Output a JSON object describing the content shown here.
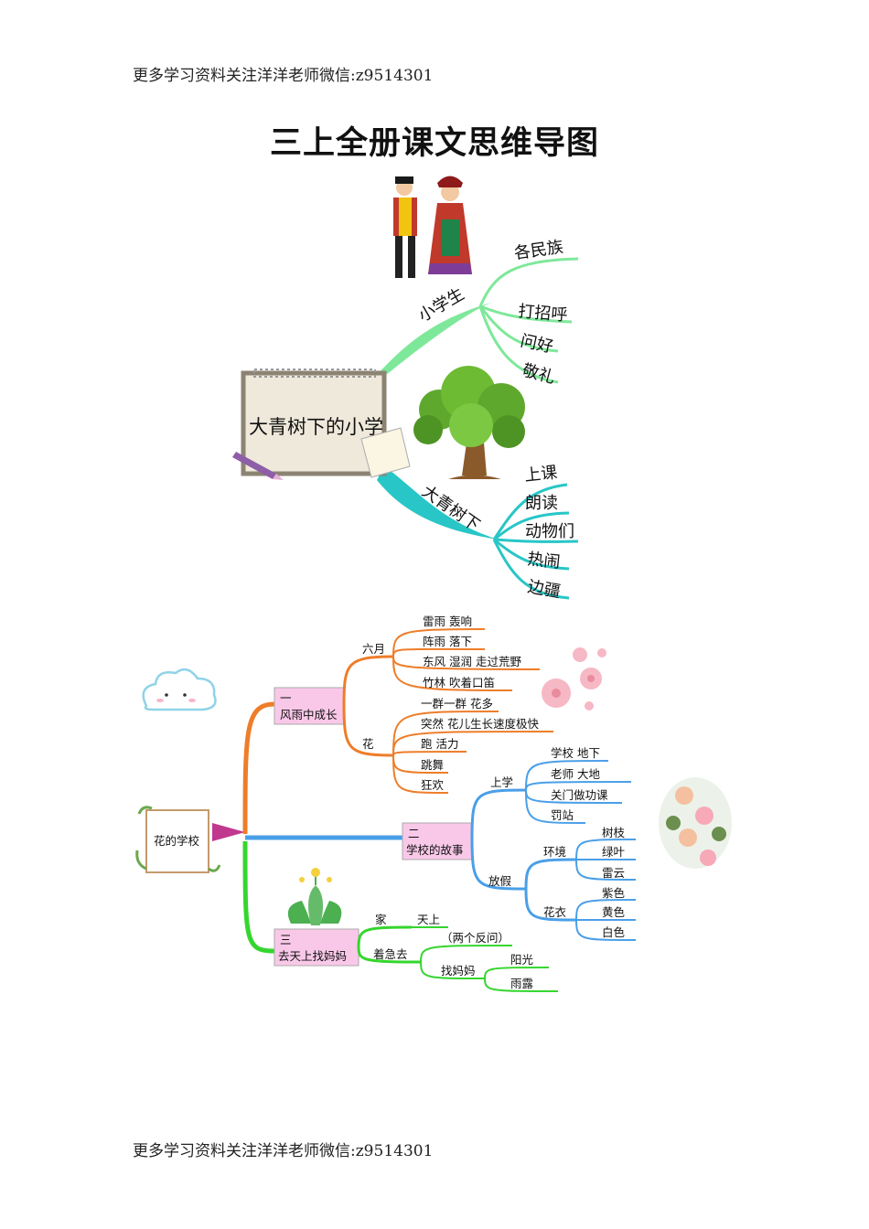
{
  "header_top": "更多学习资料关注洋洋老师微信:z9514301",
  "header_bottom": "更多学习资料关注洋洋老师微信:z9514301",
  "title": "三上全册课文思维导图",
  "map1": {
    "root": "大青树下的小学",
    "branch_a": {
      "label": "小学生",
      "leaves": [
        "各民族",
        "打招呼",
        "问好",
        "敬礼"
      ]
    },
    "branch_b": {
      "label": "大青树下",
      "leaves": [
        "上课",
        "朗读",
        "动物们",
        "热闹",
        "边疆"
      ]
    }
  },
  "map2": {
    "root": "花的学校",
    "b1": {
      "num": "一",
      "label": "风雨中成长",
      "sub1": {
        "label": "六月",
        "leaves": [
          "雷雨  轰响",
          "阵雨  落下",
          "东风  湿润  走过荒野",
          "竹林  吹着口笛"
        ]
      },
      "sub2": {
        "label": "花",
        "leaves": [
          "一群一群  花多",
          "突然  花儿生长速度极快",
          "跑  活力",
          "跳舞",
          "狂欢"
        ]
      }
    },
    "b2": {
      "num": "二",
      "label": "学校的故事",
      "sub1": {
        "label": "上学",
        "leaves": [
          "学校  地下",
          "老师  大地",
          "关门做功课",
          "罚站"
        ]
      },
      "sub2": {
        "label": "放假",
        "env": {
          "label": "环境",
          "leaves": [
            "树枝",
            "绿叶",
            "雷云"
          ]
        },
        "cloth": {
          "label": "花衣",
          "leaves": [
            "紫色",
            "黄色",
            "白色"
          ]
        }
      }
    },
    "b3": {
      "num": "三",
      "label": "去天上找妈妈",
      "home": {
        "label": "家",
        "leaf": "天上"
      },
      "hurry": {
        "label": "着急去",
        "note": "（两个反问）",
        "find": {
          "label": "找妈妈",
          "leaves": [
            "阳光",
            "雨露"
          ]
        }
      }
    }
  }
}
